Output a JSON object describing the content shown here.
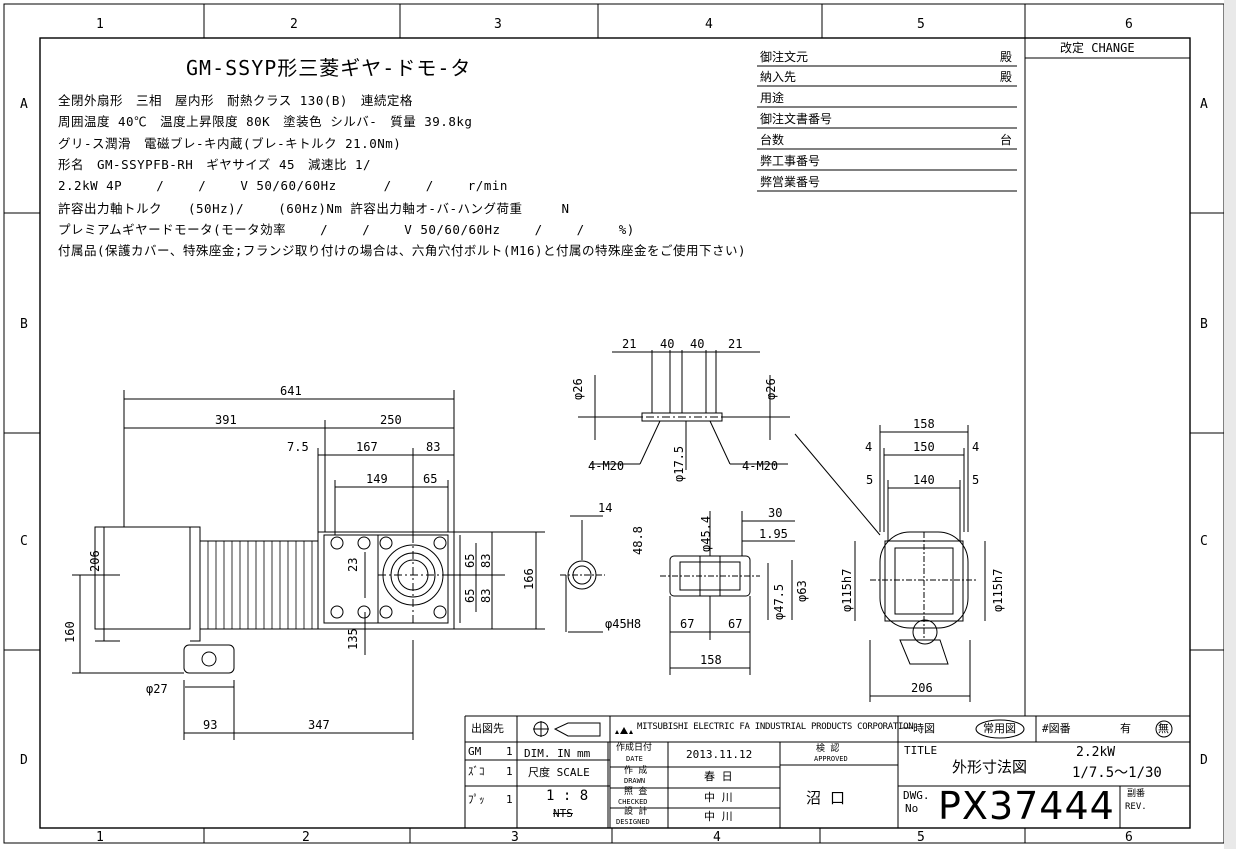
{
  "zone_columns": [
    "1",
    "2",
    "3",
    "4",
    "5",
    "6"
  ],
  "zone_rows": [
    "A",
    "B",
    "C",
    "D"
  ],
  "header": {
    "title": "GM-SSYP形三菱ギヤ-ドモ-タ",
    "spec_lines": [
      "全閉外扇形　三相　屋内形　耐熱クラス 130(B)　連続定格",
      "周囲温度 40℃　温度上昇限度 80K　塗装色 シルバ-　質量 39.8kg",
      "グリ-ス潤滑　電磁ブレ-キ内蔵(ブレ-キトルク 21.0Nm)",
      "形名　GM-SSYPFB-RH　ギヤサイズ 45　減速比 1/",
      "2.2kW 4P　　 /　　 /　　 V 50/60/60Hz　　　 /　　 /　　 r/min",
      "許容出力軸トルク　　(50Hz)/　　 (60Hz)Nm 許容出力軸オ-バ-ハング荷重　　　N",
      "プレミアムギヤードモータ(モータ効率　　 /　　 /　　 V 50/60/60Hz　　 /　　 /　　 %)",
      "付属品(保護カバー、特殊座金;フランジ取り付けの場合は、六角穴付ボルト(M16)と付属の特殊座金をご使用下さい)"
    ]
  },
  "order_box": {
    "rows": [
      {
        "label": "御注文元",
        "suffix": "殿"
      },
      {
        "label": "納入先",
        "suffix": "殿"
      },
      {
        "label": "用途",
        "suffix": ""
      },
      {
        "label": "御注文書番号",
        "suffix": ""
      },
      {
        "label": "台数",
        "suffix": "台"
      },
      {
        "label": "弊工事番号",
        "suffix": ""
      },
      {
        "label": "弊営業番号",
        "suffix": ""
      }
    ]
  },
  "change_box": {
    "label": "改定 CHANGE"
  },
  "dimensions": {
    "overall_length": "641",
    "motor_len": "391",
    "gear_len": "250",
    "d7_5": "7.5",
    "d167": "167",
    "d83": "83",
    "d149": "149",
    "d65": "65",
    "d206": "206",
    "d160": "160",
    "d23": "23",
    "d135": "135",
    "d65a": "65",
    "d65b": "65",
    "d83a": "83",
    "d83b": "83",
    "d166": "166",
    "d27": "φ27",
    "d93": "93",
    "d347": "347",
    "sh21a": "21",
    "sh40a": "40",
    "sh40b": "40",
    "sh21b": "21",
    "sh26a": "φ26",
    "sh26b": "φ26",
    "sh175": "φ17.5",
    "m20a": "4-M20",
    "m20b": "4-M20",
    "d14": "14",
    "d488": "48.8",
    "d45h8": "φ45H8",
    "d30": "30",
    "d195": "1.95",
    "d454": "φ45.4",
    "d475": "φ47.5",
    "d63": "φ63",
    "d67a": "67",
    "d67b": "67",
    "d158b": "158",
    "d158": "158",
    "d4a": "4",
    "d150": "150",
    "d4b": "4",
    "d5a": "5",
    "d140": "140",
    "d5b": "5",
    "d115a": "φ115h7",
    "d115b": "φ115h7",
    "d206b": "206"
  },
  "title_block": {
    "maker": "MITSUBISHI ELECTRIC FA INDUSTRIAL PRODUCTS CORPORATION",
    "dest_label": "出図先",
    "temp_label": "一時図",
    "common_label": "常用図",
    "fig_label": "#図番",
    "fig_yes": "有",
    "fig_no": "無",
    "row_gm": "GM",
    "row_gm_num": "1",
    "row_ko": "ｽﾞｺ",
    "row_ko_num": "1",
    "row_pu": "ﾌﾟｯ",
    "row_pu_num": "1",
    "unit": "DIM. IN mm",
    "scale_label": "尺度 SCALE",
    "scale": "1 : 8",
    "nts": "NTS",
    "date_label": "作成日付",
    "date_en": "DATE",
    "date": "2013.11.12",
    "drawn_label": "作 成",
    "drawn_en": "DRAWN",
    "drawn": "春 日",
    "checked_label": "照 査",
    "checked_en": "CHECKED",
    "checked": "中 川",
    "designed_label": "設 計",
    "designed_en": "DESIGNED",
    "designed": "中 川",
    "approved_label": "検 認",
    "approved_en": "APPROVED",
    "approved": "沼 口",
    "title_label": "TITLE",
    "title_jp": "外形寸法図",
    "power": "2.2kW",
    "ratio": "1/7.5～1/30",
    "dwg_label": "DWG.",
    "dwg_no_label": "No",
    "dwg_no": "PX37444",
    "rev_label": "副番",
    "rev_en": "REV."
  }
}
